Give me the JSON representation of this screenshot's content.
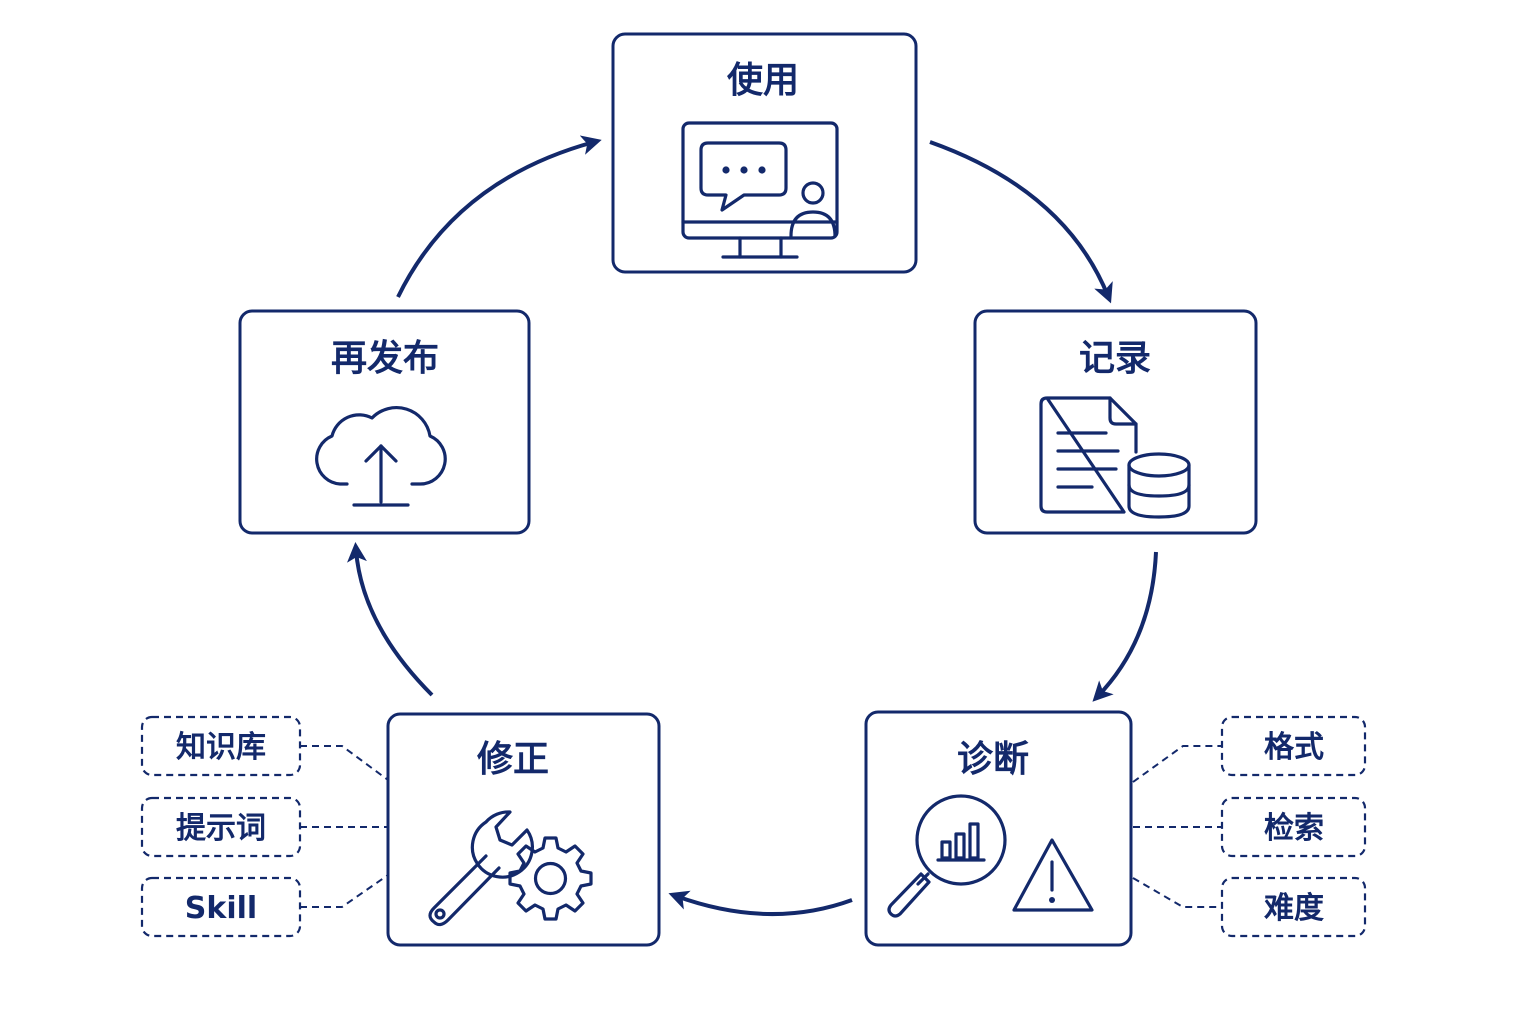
{
  "colors": {
    "primary": "#13296b",
    "background": "#ffffff"
  },
  "nodes": {
    "use": {
      "title": "使用",
      "icon": "monitor-chat-user-icon"
    },
    "record": {
      "title": "记录",
      "icon": "document-database-icon"
    },
    "diagnose": {
      "title": "诊断",
      "icon": "magnifier-chart-warning-icon"
    },
    "fix": {
      "title": "修正",
      "icon": "wrench-gear-icon"
    },
    "republish": {
      "title": "再发布",
      "icon": "cloud-upload-icon"
    }
  },
  "diagnose_tags": [
    "格式",
    "检索",
    "难度"
  ],
  "fix_tags": [
    "知识库",
    "提示词",
    "Skill"
  ]
}
